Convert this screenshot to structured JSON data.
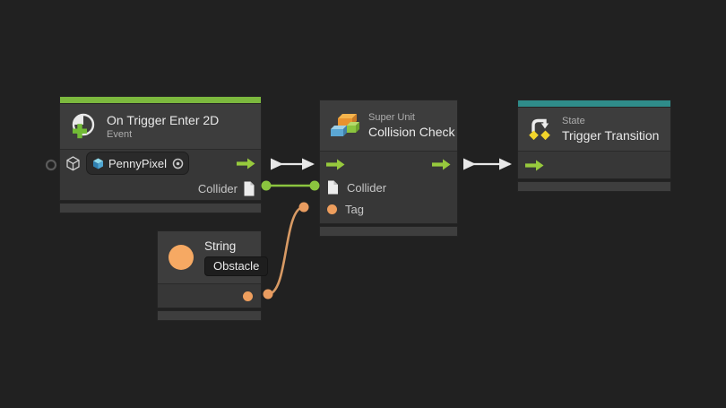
{
  "graph": {
    "background": "#212121",
    "colors": {
      "flow_green": "#97ca3d",
      "accent_green_bar": "#7cb93e",
      "accent_teal_bar": "#2f8c8a",
      "value_orange": "#ee9e5d",
      "wire_orange": "#d89a64",
      "flow_white": "#e8e8e8",
      "state_yellow": "#f2d52b"
    },
    "nodes": {
      "trigger_event": {
        "title": "On Trigger Enter 2D",
        "subtitle": "Event",
        "icon": "event-icon",
        "target": {
          "type_icon": "gameobject-cube-icon",
          "value": "PennyPixel",
          "value_icon": "prefab-cube-icon",
          "picker_icon": "target-picker-icon"
        },
        "output": {
          "label": "Collider",
          "icon": "file-icon"
        }
      },
      "collision_check": {
        "kicker": "Super Unit",
        "title": "Collision Check",
        "icon": "super-unit-boxes-icon",
        "inputs": [
          {
            "label": "Collider",
            "icon": "file-icon"
          },
          {
            "label": "Tag",
            "icon": "orange-dot-port"
          }
        ]
      },
      "trigger_transition": {
        "kicker": "State",
        "title": "Trigger Transition",
        "icon": "state-transition-icon"
      },
      "string_literal": {
        "title": "String",
        "value": "Obstacle",
        "icon": "string-circle-icon"
      }
    },
    "connections": [
      {
        "name": "trigger-to-collision-flow",
        "type": "control",
        "color": "#e8e8e8"
      },
      {
        "name": "collider-value",
        "type": "value",
        "color": "#8bc53f"
      },
      {
        "name": "collision-to-transition-flow",
        "type": "control",
        "color": "#e8e8e8"
      },
      {
        "name": "string-to-tag-value",
        "type": "value",
        "color": "#d89a64"
      }
    ]
  }
}
